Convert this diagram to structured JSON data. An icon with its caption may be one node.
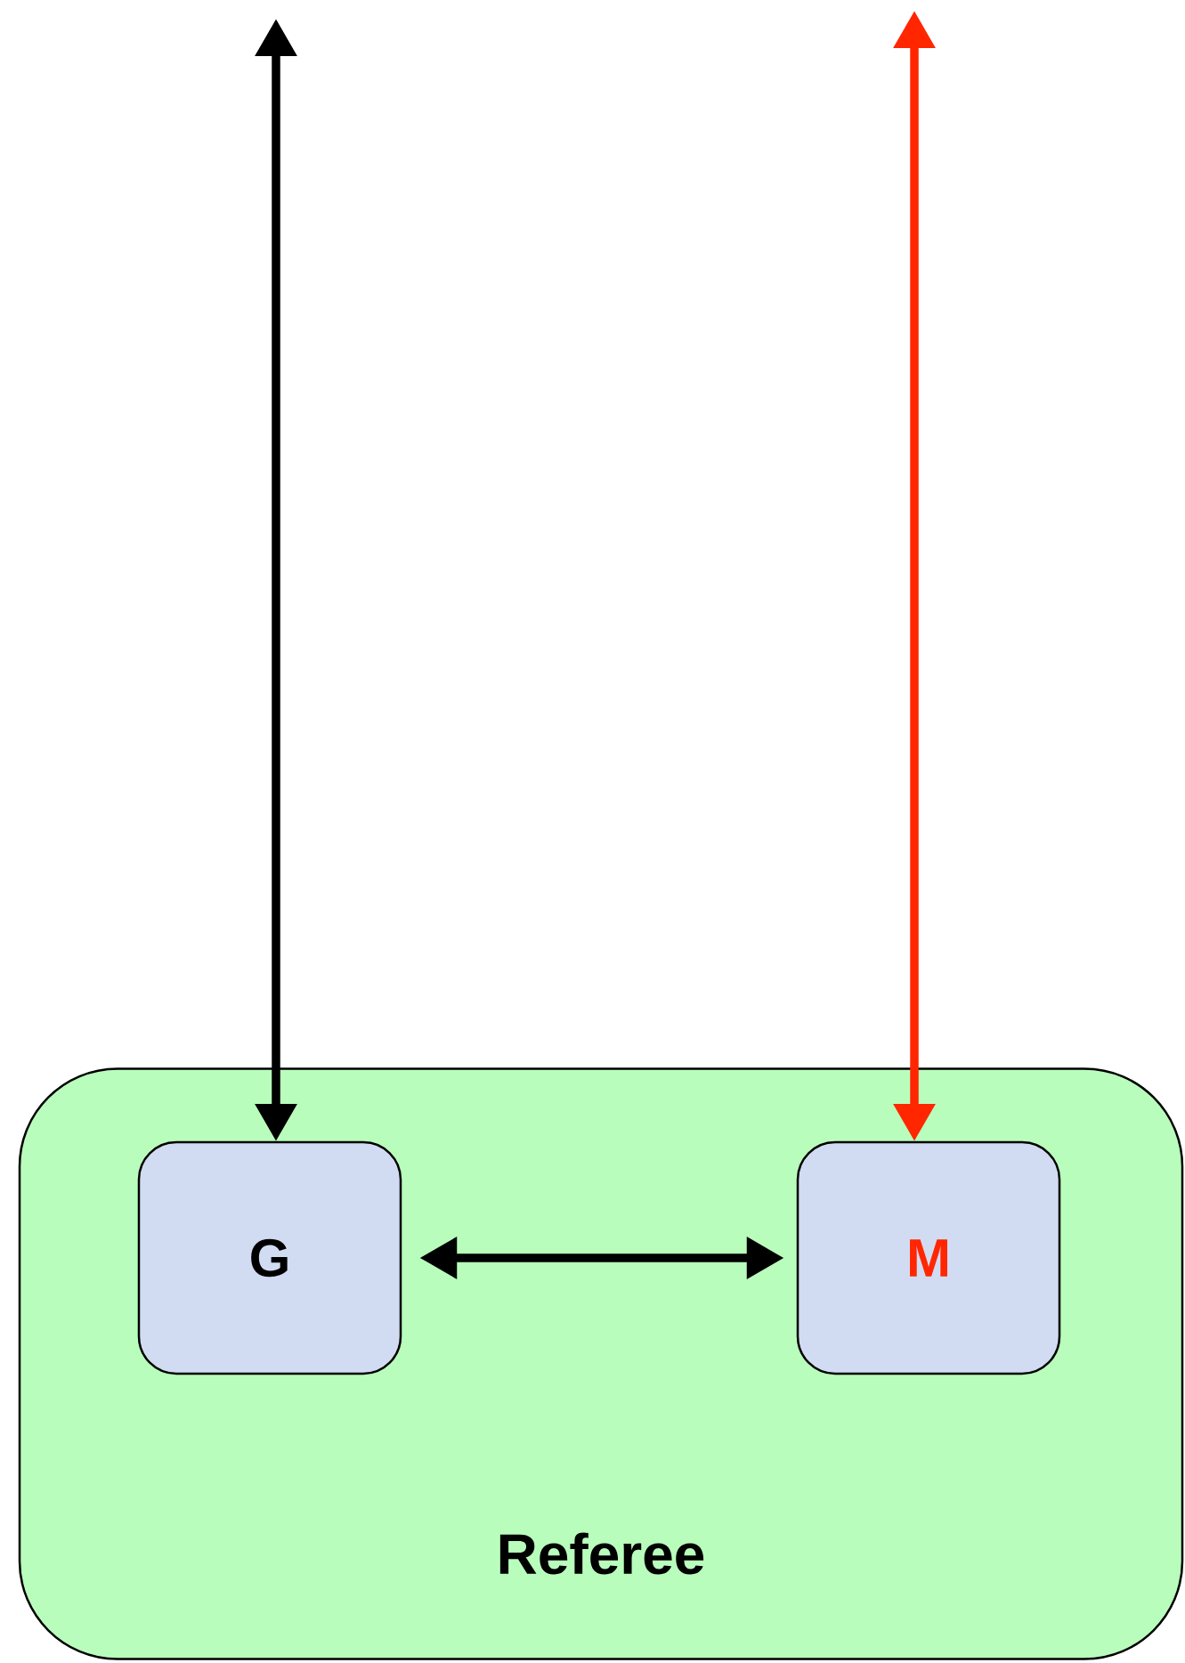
{
  "diagram": {
    "nodes": [
      {
        "text": [
          "Referee"
        ]
      },
      {
        "text": [
          "G"
        ],
        "in": 0
      },
      {
        "text": [
          "M"
        ],
        "in": 0
      }
    ],
    "edges": [
      {
        "from": null,
        "to": 1,
        "arrow": "both"
      },
      {
        "from": null,
        "to": 2,
        "arrow": "both",
        "color": "#ff2600"
      },
      {
        "from": 1,
        "to": 2,
        "arrow": "both"
      }
    ]
  }
}
